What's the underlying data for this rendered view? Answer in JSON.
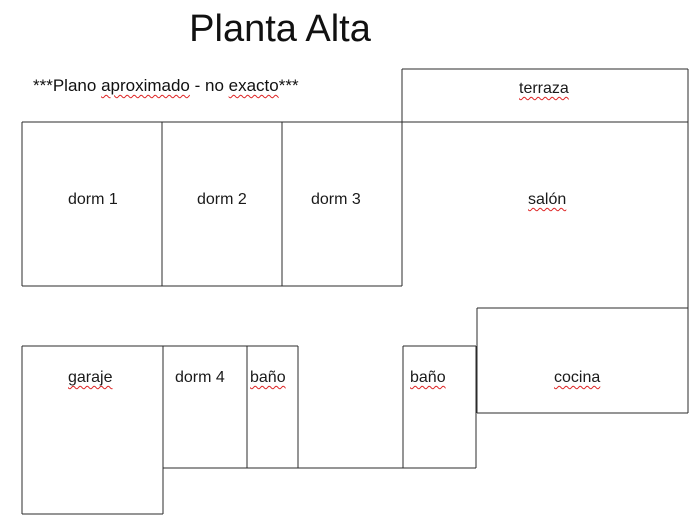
{
  "title": "Planta Alta",
  "note": {
    "prefix": "***Plano ",
    "word1": "aproximado",
    "middle": " - no ",
    "word2": "exacto",
    "suffix": "***"
  },
  "rooms": {
    "terraza": "terraza",
    "salon": "salón",
    "dorm1": "dorm 1",
    "dorm2": "dorm 2",
    "dorm3": "dorm 3",
    "garaje": "garaje",
    "dorm4": "dorm 4",
    "bano1": "baño",
    "bano2": "baño",
    "cocina": "cocina"
  }
}
